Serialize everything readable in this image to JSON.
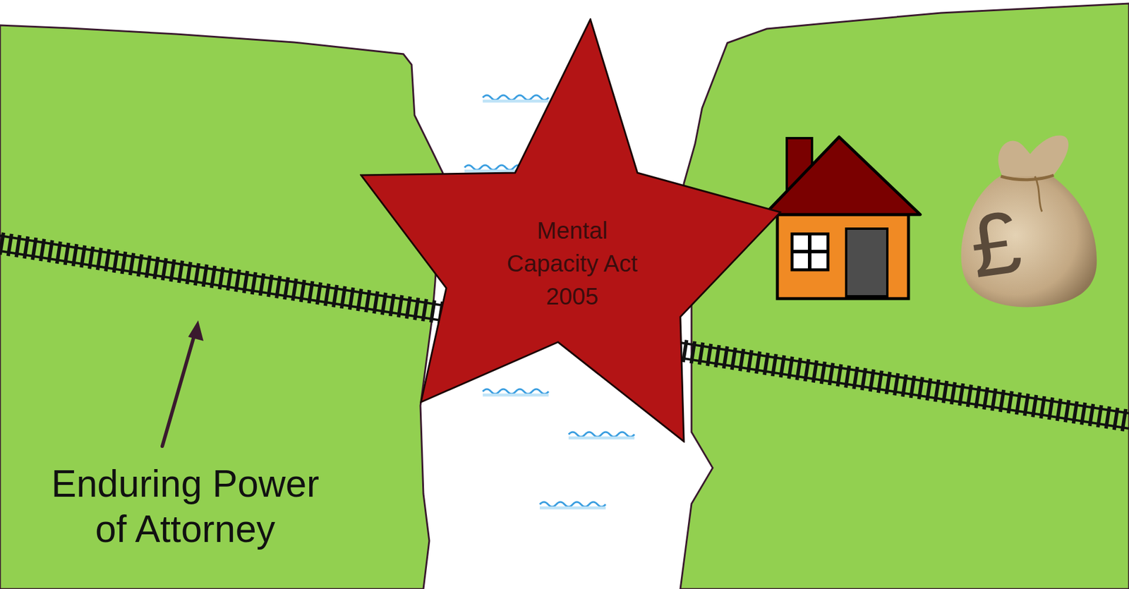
{
  "diagram": {
    "nodes": [
      {
        "text": [
          "Mental Capacity Act 2005"
        ]
      }
    ],
    "labels": [
      "Enduring Power of Attorney",
      "£"
    ]
  }
}
